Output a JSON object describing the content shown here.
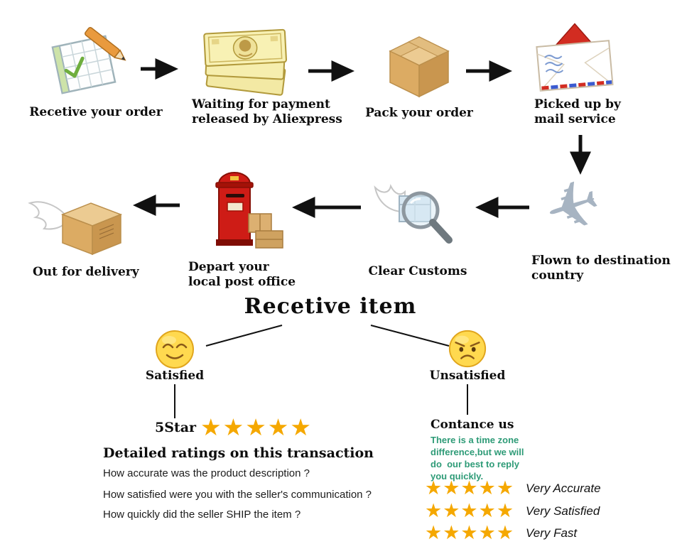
{
  "flow": {
    "row1": [
      {
        "icon": "order-notepad",
        "label": "Recetive your order"
      },
      {
        "icon": "payment-banknotes",
        "label": "Waiting for payment\nreleased by Aliexpress"
      },
      {
        "icon": "cardboard-box",
        "label": "Pack your order"
      },
      {
        "icon": "mail-envelope",
        "label": "Picked up by\nmail service"
      }
    ],
    "row2": [
      {
        "icon": "winged-box",
        "label": "Out for delivery"
      },
      {
        "icon": "red-postbox",
        "label": "Depart your\nlocal post office"
      },
      {
        "icon": "customs-magnifier",
        "label": "Clear Customs"
      },
      {
        "icon": "airplane",
        "label": "Flown to destination\ncountry"
      }
    ]
  },
  "receive_title": "Recetive item",
  "satisfied": {
    "label": "Satisfied",
    "five_star_label": "5Star",
    "stars": "★★★★★",
    "ratings_title": "Detailed ratings on this transaction",
    "questions": [
      "How accurate was the product description ?",
      "How satisfied were you with the seller's communication ?",
      "How quickly did the seller SHIP the item ?"
    ]
  },
  "unsatisfied": {
    "label": "Unsatisfied",
    "contact_title": "Contance us",
    "note": "There is a time zone\ndifference,but we will\ndo  our best to reply\nyou quickly.",
    "ratings": [
      {
        "stars": "★★★★★",
        "label": "Very Accurate"
      },
      {
        "stars": "★★★★★",
        "label": "Very Satisfied"
      },
      {
        "stars": "★★★★★",
        "label": "Very Fast"
      }
    ]
  },
  "colors": {
    "star_gold": "#F5A800",
    "note_teal": "#2E9B77",
    "postbox_red": "#CE1C16",
    "arrow_black": "#111111"
  }
}
